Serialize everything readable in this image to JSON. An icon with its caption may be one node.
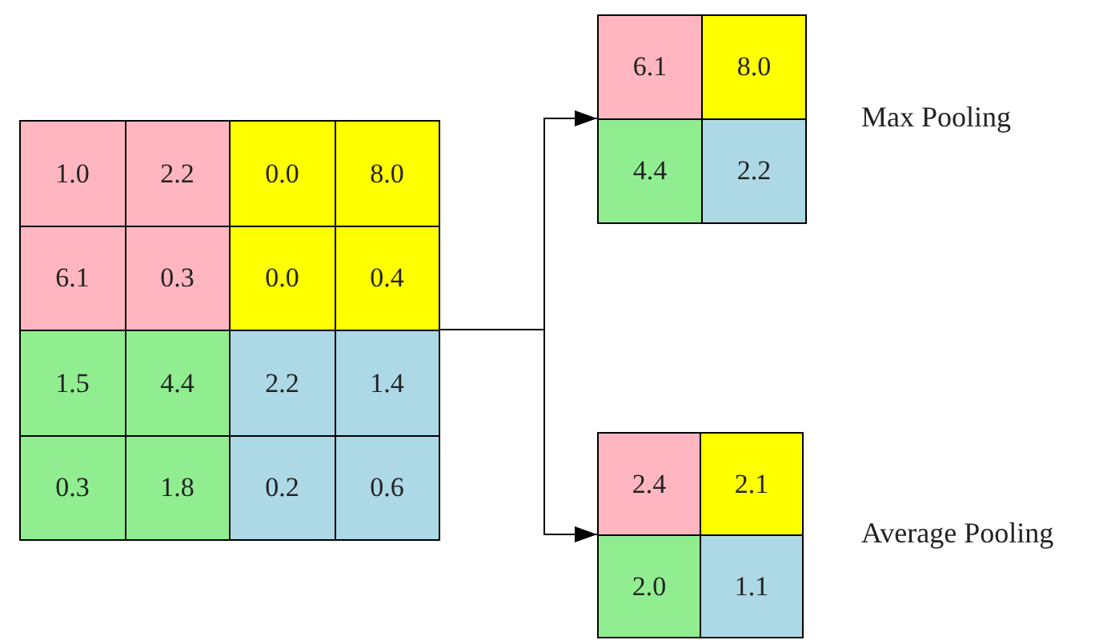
{
  "diagram": {
    "nodes": [
      {
        "text": [],
        "shape": "box"
      },
      {
        "text": [
          "1.0"
        ],
        "in": 0
      },
      {
        "text": [
          "2.2"
        ],
        "in": 0
      },
      {
        "text": [
          "0.0"
        ],
        "in": 0
      },
      {
        "text": [
          "8.0"
        ],
        "in": 0
      },
      {
        "text": [
          "6.1"
        ],
        "in": 0
      },
      {
        "text": [
          "0.3"
        ],
        "in": 0
      },
      {
        "text": [
          "0.0"
        ],
        "in": 0
      },
      {
        "text": [
          "0.4"
        ],
        "in": 0
      },
      {
        "text": [
          "1.5"
        ],
        "in": 0
      },
      {
        "text": [
          "4.4"
        ],
        "in": 0
      },
      {
        "text": [
          "2.2"
        ],
        "in": 0
      },
      {
        "text": [
          "1.4"
        ],
        "in": 0
      },
      {
        "text": [
          "0.3"
        ],
        "in": 0
      },
      {
        "text": [
          "1.8"
        ],
        "in": 0
      },
      {
        "text": [
          "0.2"
        ],
        "in": 0
      },
      {
        "text": [
          "0.6"
        ],
        "in": 0
      },
      {
        "text": [],
        "shape": "box",
        "beside": [
          "Max Pooling"
        ]
      },
      {
        "text": [
          "6.1"
        ],
        "in": 17
      },
      {
        "text": [
          "8.0"
        ],
        "in": 17
      },
      {
        "text": [
          "4.4"
        ],
        "in": 17
      },
      {
        "text": [
          "2.2"
        ],
        "in": 17
      },
      {
        "text": [],
        "shape": "box",
        "beside": [
          "Average Pooling"
        ]
      },
      {
        "text": [
          "2.4"
        ],
        "in": 22
      },
      {
        "text": [
          "2.1"
        ],
        "in": 22
      },
      {
        "text": [
          "2.0"
        ],
        "in": 22
      },
      {
        "text": [
          "1.1"
        ],
        "in": 22
      }
    ],
    "edges": [
      {
        "from": 0,
        "to": 17,
        "arrow": "to"
      },
      {
        "from": 0,
        "to": 22,
        "arrow": "to"
      }
    ]
  }
}
